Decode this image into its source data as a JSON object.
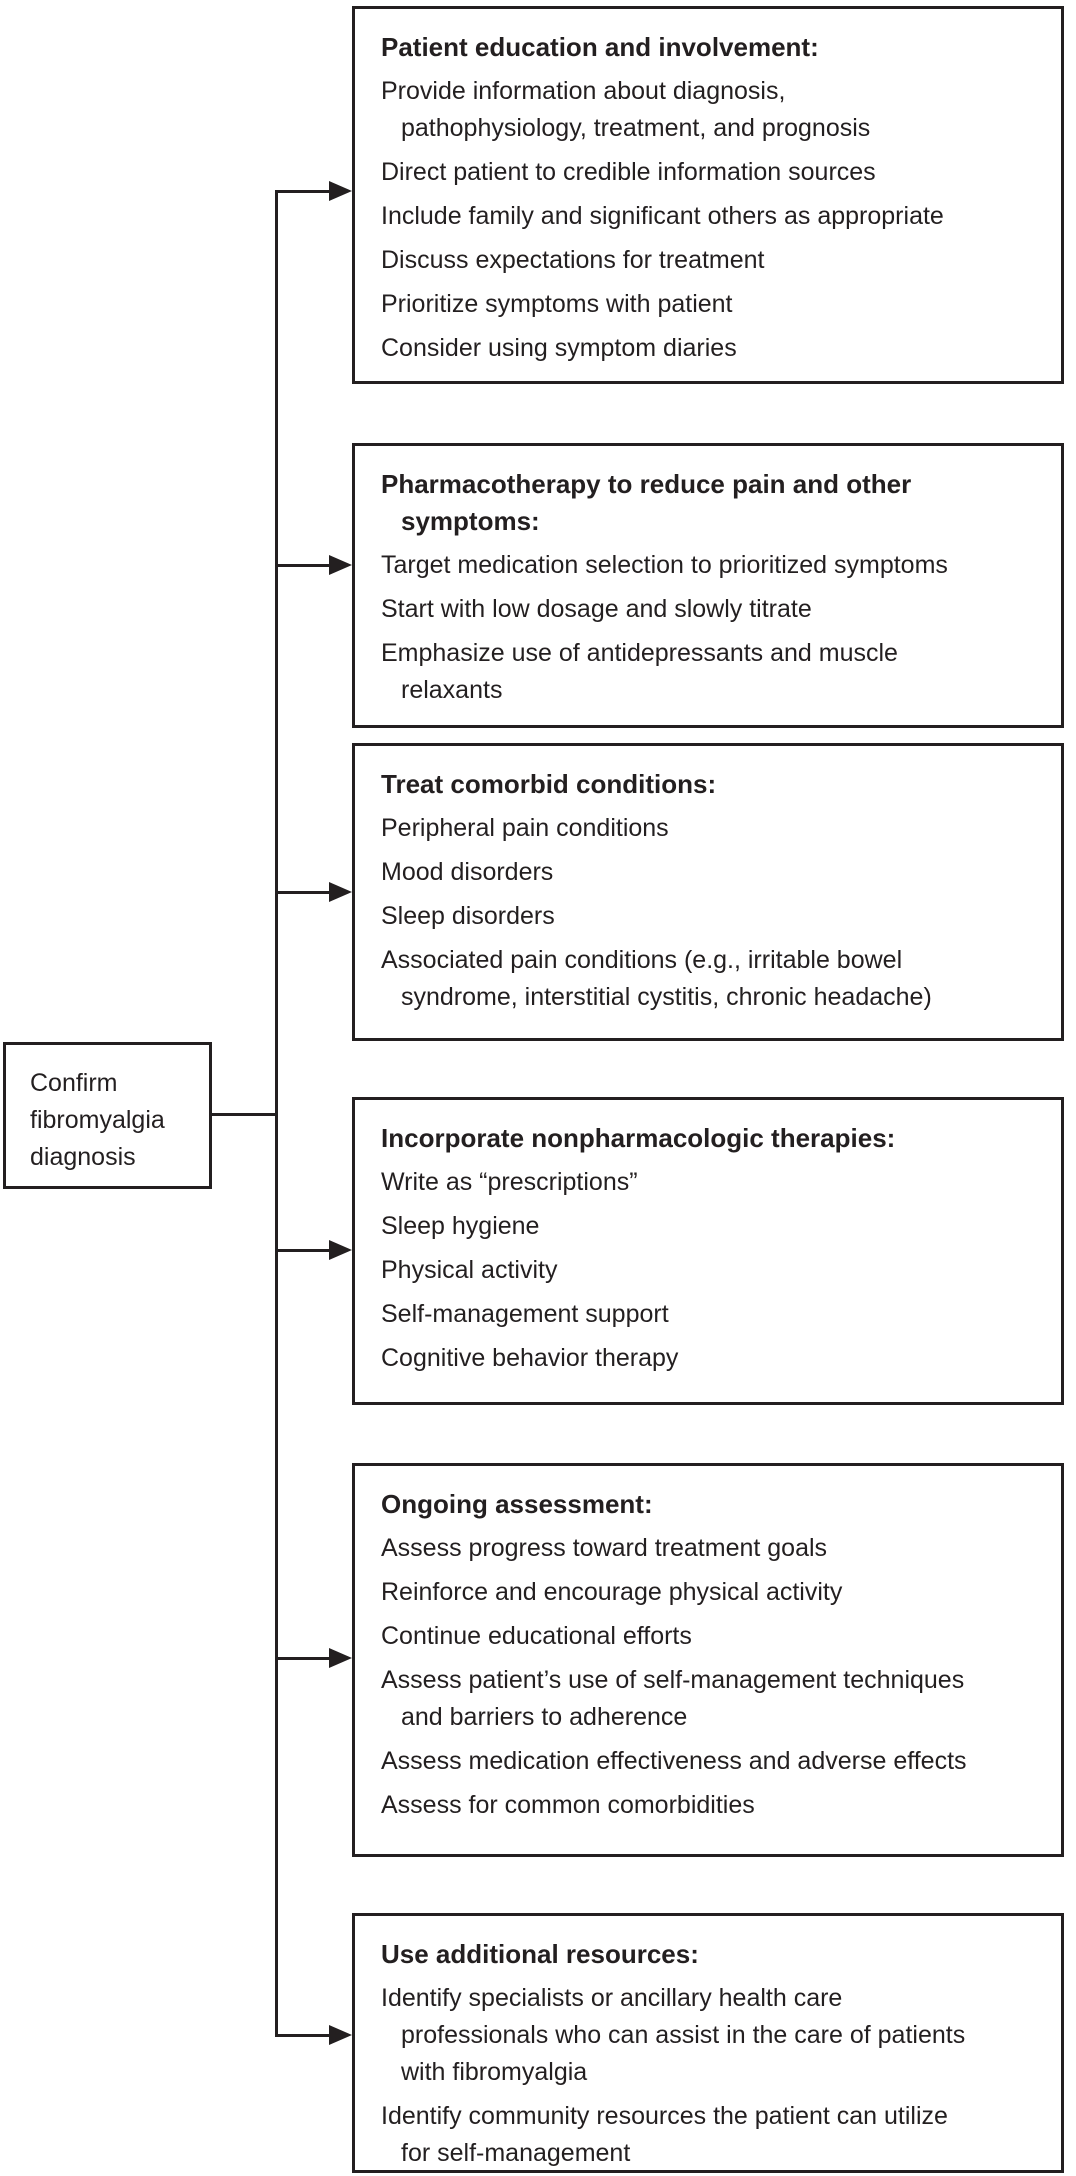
{
  "colors": {
    "ink": "#231f20",
    "background": "#ffffff"
  },
  "flowchart": {
    "root_box": {
      "label": "Confirm\nfibromyalgia\ndiagnosis"
    },
    "boxes": [
      {
        "title": "Patient education and involvement:",
        "items": [
          "Provide information about diagnosis,\npathophysiology, treatment, and prognosis",
          "Direct patient to credible information sources",
          "Include family and significant others as appropriate",
          "Discuss expectations for treatment",
          "Prioritize symptoms with patient",
          "Consider using symptom diaries"
        ]
      },
      {
        "title": "Pharmacotherapy to reduce pain and other\nsymptoms:",
        "items": [
          "Target medication selection to prioritized symptoms",
          "Start with low dosage and slowly titrate",
          "Emphasize use of antidepressants and muscle\nrelaxants"
        ]
      },
      {
        "title": "Treat comorbid conditions:",
        "items": [
          "Peripheral pain conditions",
          "Mood disorders",
          "Sleep disorders",
          "Associated pain conditions (e.g., irritable bowel\nsyndrome, interstitial cystitis, chronic headache)"
        ]
      },
      {
        "title": "Incorporate nonpharmacologic therapies:",
        "items": [
          "Write as “prescriptions”",
          "Sleep hygiene",
          "Physical activity",
          "Self-management support",
          "Cognitive behavior therapy"
        ]
      },
      {
        "title": "Ongoing assessment:",
        "items": [
          "Assess progress toward treatment goals",
          "Reinforce and encourage physical activity",
          "Continue educational efforts",
          "Assess patient’s use of self-management techniques\nand barriers to adherence",
          "Assess medication effectiveness and adverse effects",
          "Assess for common comorbidities"
        ]
      },
      {
        "title": "Use additional resources:",
        "items": [
          "Identify specialists or ancillary health care\nprofessionals who can assist in the care of patients\nwith fibromyalgia",
          "Identify community resources the patient can utilize\nfor self-management"
        ]
      }
    ]
  }
}
